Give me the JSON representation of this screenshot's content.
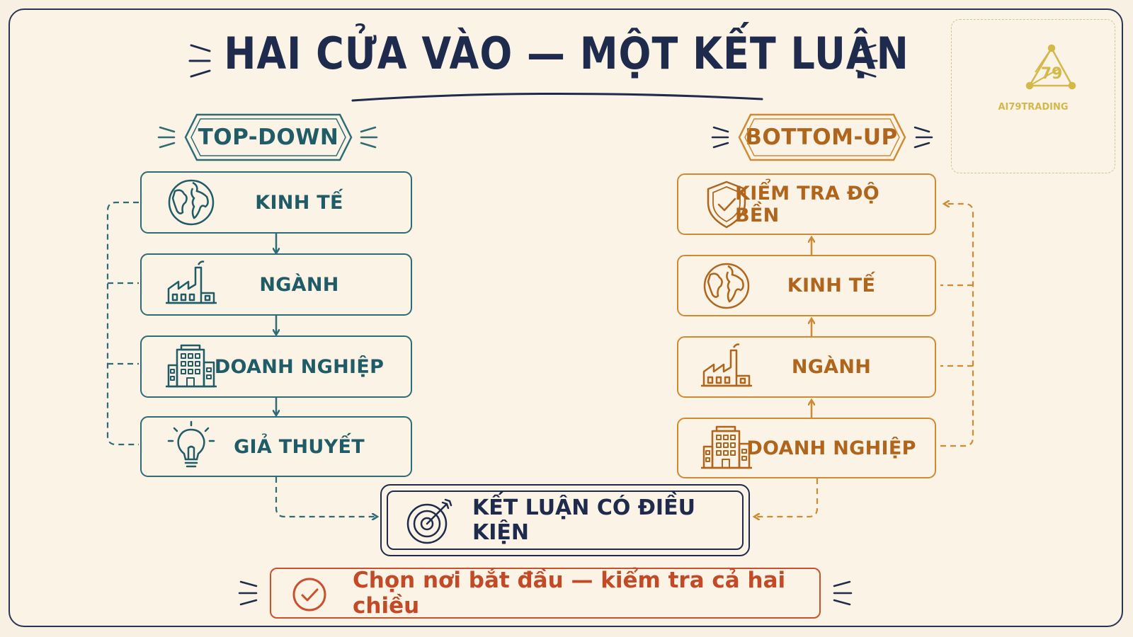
{
  "title": "HAI CỬA VÀO — MỘT KẾT LUẬN",
  "top_down": {
    "tag": "TOP-DOWN",
    "steps": [
      {
        "label": "KINH TẾ",
        "icon": "globe-icon"
      },
      {
        "label": "NGÀNH",
        "icon": "factory-icon"
      },
      {
        "label": "DOANH NGHIỆP",
        "icon": "building-icon"
      },
      {
        "label": "GIẢ THUYẾT",
        "icon": "lightbulb-icon"
      }
    ]
  },
  "bottom_up": {
    "tag": "BOTTOM-UP",
    "steps": [
      {
        "label": "KIỂM TRA ĐỘ BỀN",
        "icon": "shield-check-icon"
      },
      {
        "label": "KINH TẾ",
        "icon": "globe-icon"
      },
      {
        "label": "NGÀNH",
        "icon": "factory-icon"
      },
      {
        "label": "DOANH NGHIỆP",
        "icon": "building-icon"
      }
    ]
  },
  "conclusion": {
    "label": "KẾT LUẬN CÓ ĐIỀU KIỆN",
    "icon": "target-icon"
  },
  "note": {
    "label": "Chọn nơi bắt đầu — kiểm tra cả hai chiều",
    "icon": "check-circle-icon"
  },
  "logo": {
    "text": "AI79TRADING",
    "number": "79"
  },
  "colors": {
    "teal": "#2d6b75",
    "orange": "#cf8a33",
    "navy": "#1f2b4d",
    "red": "#c8512e",
    "background": "#fbf3e5"
  }
}
